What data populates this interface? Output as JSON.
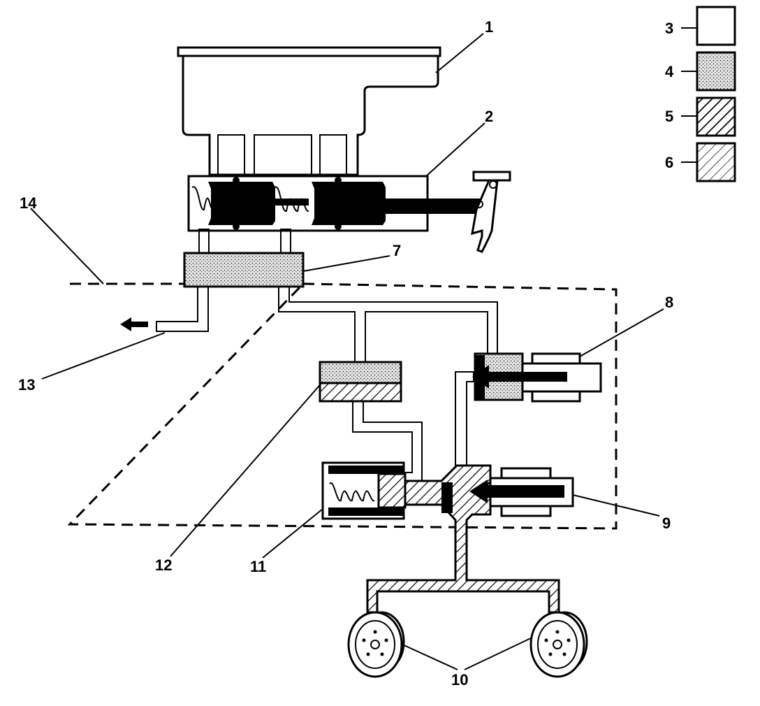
{
  "colors": {
    "outline": "#000000",
    "background": "#ffffff",
    "dot_fill": "#e9e9e9",
    "dot_color": "#2a2a2a",
    "hatch": "#000000",
    "solid": "#000000"
  },
  "callouts": {
    "c1": "1",
    "c2": "2",
    "c3": "3",
    "c4": "4",
    "c5": "5",
    "c6": "6",
    "c7": "7",
    "c8": "8",
    "c9": "9",
    "c10": "10",
    "c11": "11",
    "c12": "12",
    "c13": "13",
    "c14": "14"
  },
  "legend": [
    {
      "label": "3",
      "pattern": "blank"
    },
    {
      "label": "4",
      "pattern": "dotted"
    },
    {
      "label": "5",
      "pattern": "hatch-bold"
    },
    {
      "label": "6",
      "pattern": "hatch-thin"
    }
  ]
}
